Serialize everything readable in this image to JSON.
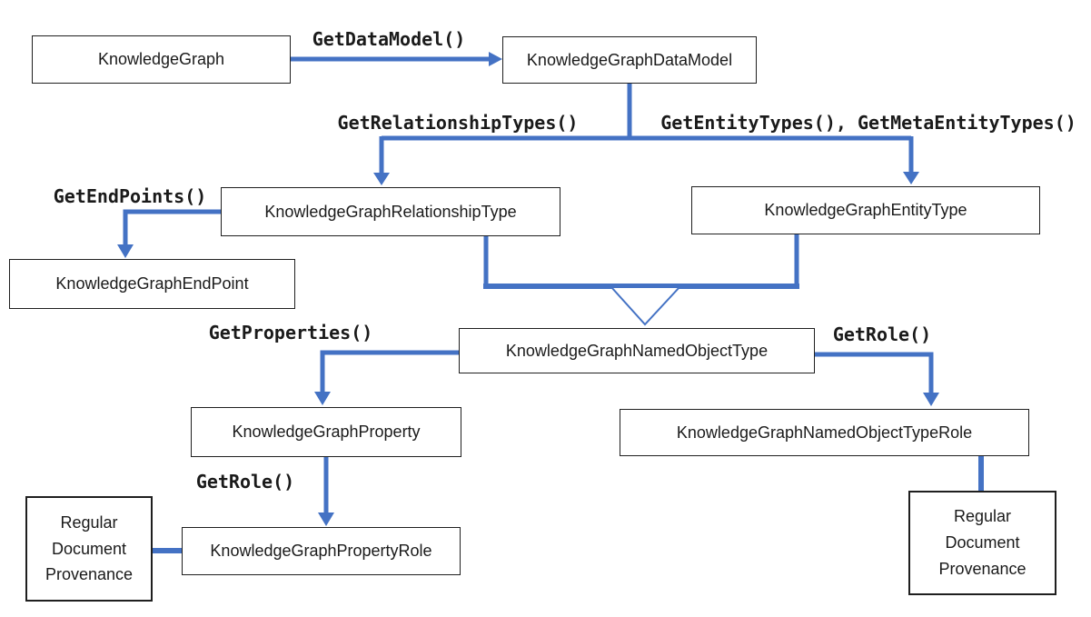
{
  "colors": {
    "connector": "#4472C4",
    "box_border": "#1F1F1F",
    "text": "#1A1A1A",
    "background": "#FFFFFF"
  },
  "nodes": {
    "knowledge_graph": {
      "label": "KnowledgeGraph"
    },
    "data_model": {
      "label": "KnowledgeGraphDataModel"
    },
    "relationship_type": {
      "label": "KnowledgeGraphRelationshipType"
    },
    "entity_type": {
      "label": "KnowledgeGraphEntityType"
    },
    "end_point": {
      "label": "KnowledgeGraphEndPoint"
    },
    "named_object_type": {
      "label": "KnowledgeGraphNamedObjectType"
    },
    "property": {
      "label": "KnowledgeGraphProperty"
    },
    "named_object_type_role": {
      "label": "KnowledgeGraphNamedObjectTypeRole"
    },
    "property_role": {
      "label": "KnowledgeGraphPropertyRole"
    },
    "regular_document_provenance_left": {
      "label": "Regular\nDocument\nProvenance"
    },
    "regular_document_provenance_right": {
      "label": "Regular\nDocument\nProvenance"
    }
  },
  "edge_labels": {
    "get_data_model": "GetDataModel()",
    "get_relationship_types": "GetRelationshipTypes()",
    "get_entity_types": "GetEntityTypes(), GetMetaEntityTypes()",
    "get_end_points": "GetEndPoints()",
    "get_properties": "GetProperties()",
    "get_role_property": "GetRole()",
    "get_role_named_object_type": "GetRole()"
  }
}
